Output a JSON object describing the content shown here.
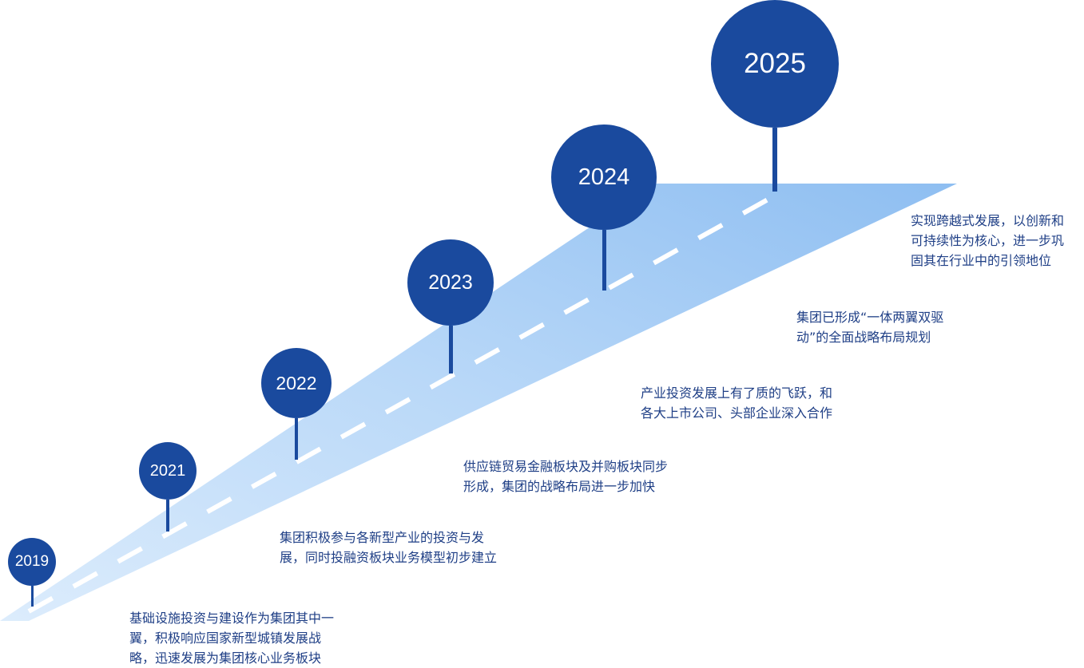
{
  "colors": {
    "circle": "#1a4a9e",
    "text": "#1f3f86",
    "road_light": "#d2e6fb",
    "road_dark": "#92c1f2",
    "dash": "#ffffff"
  },
  "milestones": [
    {
      "year": "2019",
      "text": "基础设施投资与建设作为集团其中一\n翼，积极响应国家新型城镇发展战\n略，迅速发展为集团核心业务板块"
    },
    {
      "year": "2021",
      "text": "集团积极参与各新型产业的投资与发\n展，同时投融资板块业务模型初步建立"
    },
    {
      "year": "2022",
      "text": "供应链贸易金融板块及并购板块同步\n形成，集团的战略布局进一步加快"
    },
    {
      "year": "2023",
      "text": "产业投资发展上有了质的飞跃，和\n各大上市公司、头部企业深入合作"
    },
    {
      "year": "2024",
      "text": "集团已形成“一体两翼双驱\n动”的全面战略布局规划"
    },
    {
      "year": "2025",
      "text": "实现跨越式发展，以创新和\n可持续性为核心，进一步巩\n固其在行业中的引领地位"
    }
  ]
}
